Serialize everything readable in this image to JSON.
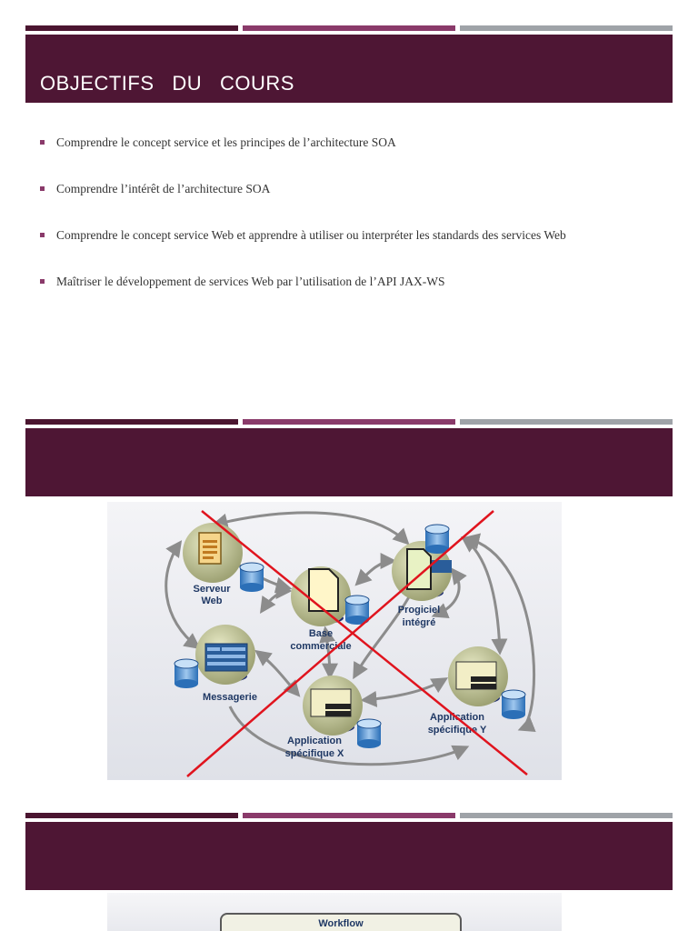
{
  "slide1": {
    "title": "OBJECTIFS   DU   COURS",
    "bullets": [
      "Comprendre le concept service et les principes de l’architecture SOA",
      "Comprendre l’intérêt de l’architecture SOA",
      "Comprendre le concept service Web et apprendre à utiliser ou interpréter les standards des services Web",
      "Maîtriser le développement de services Web par l’utilisation de l’API JAX-WS"
    ]
  },
  "slide2": {
    "diagram": {
      "nodes": [
        {
          "id": "serveur-web",
          "lines": [
            "Serveur",
            "Web"
          ]
        },
        {
          "id": "base-commerciale",
          "lines": [
            "Base",
            "commerciale"
          ]
        },
        {
          "id": "progiciel-integre",
          "lines": [
            "Progiciel",
            "intégré"
          ]
        },
        {
          "id": "messagerie",
          "lines": [
            "Messagerie"
          ]
        },
        {
          "id": "application-x",
          "lines": [
            "Application",
            "spécifique X"
          ]
        },
        {
          "id": "application-y",
          "lines": [
            "Application",
            "spécifique Y"
          ]
        }
      ]
    },
    "colors": {
      "cross": "#e0141e",
      "node": "#c9cda2",
      "label": "#1f3864"
    }
  },
  "slide3": {
    "workflow_label": "Workflow"
  },
  "colors": {
    "banner": "#4e1634",
    "accent_dark": "#4b1530",
    "accent_mid": "#8a3a6a",
    "accent_grey": "#9fa3a8",
    "bullet": "#8a3a6a"
  }
}
